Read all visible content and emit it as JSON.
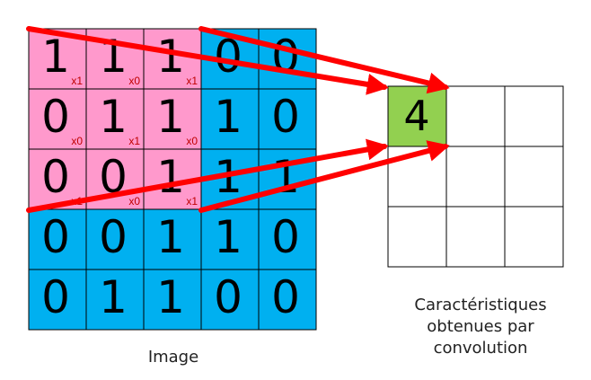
{
  "image": {
    "caption": "Image",
    "values": [
      [
        "1",
        "1",
        "1",
        "0",
        "0"
      ],
      [
        "0",
        "1",
        "1",
        "1",
        "0"
      ],
      [
        "0",
        "0",
        "1",
        "1",
        "1"
      ],
      [
        "0",
        "0",
        "1",
        "1",
        "0"
      ],
      [
        "0",
        "1",
        "1",
        "0",
        "0"
      ]
    ],
    "kernel": [
      [
        "x1",
        "x0",
        "x1"
      ],
      [
        "x0",
        "x1",
        "x0"
      ],
      [
        "x1",
        "x0",
        "x1"
      ]
    ]
  },
  "feature_map": {
    "caption_lines": [
      "Caractéristiques",
      "obtenues par",
      "convolution"
    ],
    "values": [
      [
        "4",
        "",
        ""
      ],
      [
        "",
        "",
        ""
      ],
      [
        "",
        "",
        ""
      ]
    ]
  },
  "colors": {
    "input_cell": "#00b0f0",
    "kernel_cell": "#ff99cc",
    "output_active": "#92d050",
    "arrow": "#ff0000",
    "kernel_label": "#c00000",
    "grid_line": "#000000"
  }
}
